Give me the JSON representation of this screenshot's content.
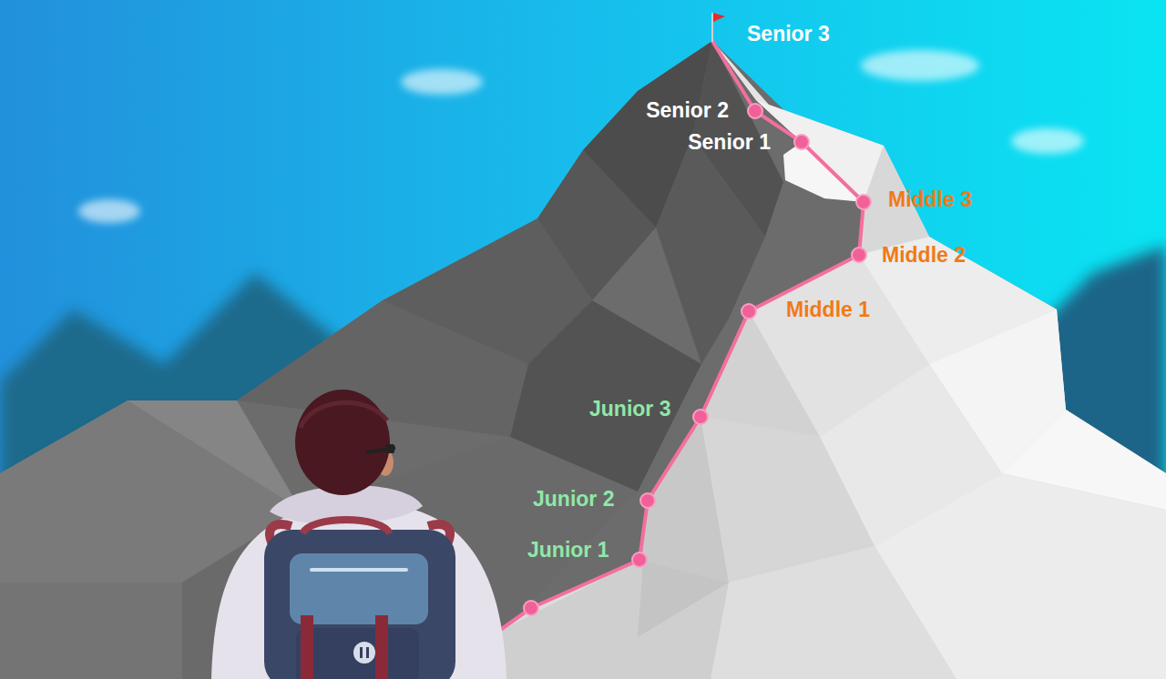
{
  "diagram": {
    "labels": [
      "Senior 3",
      "Senior 2",
      "Senior 1",
      "Middle 3",
      "Middle 2",
      "Middle 1",
      "Junior 3",
      "Junior 2",
      "Junior 1"
    ]
  }
}
